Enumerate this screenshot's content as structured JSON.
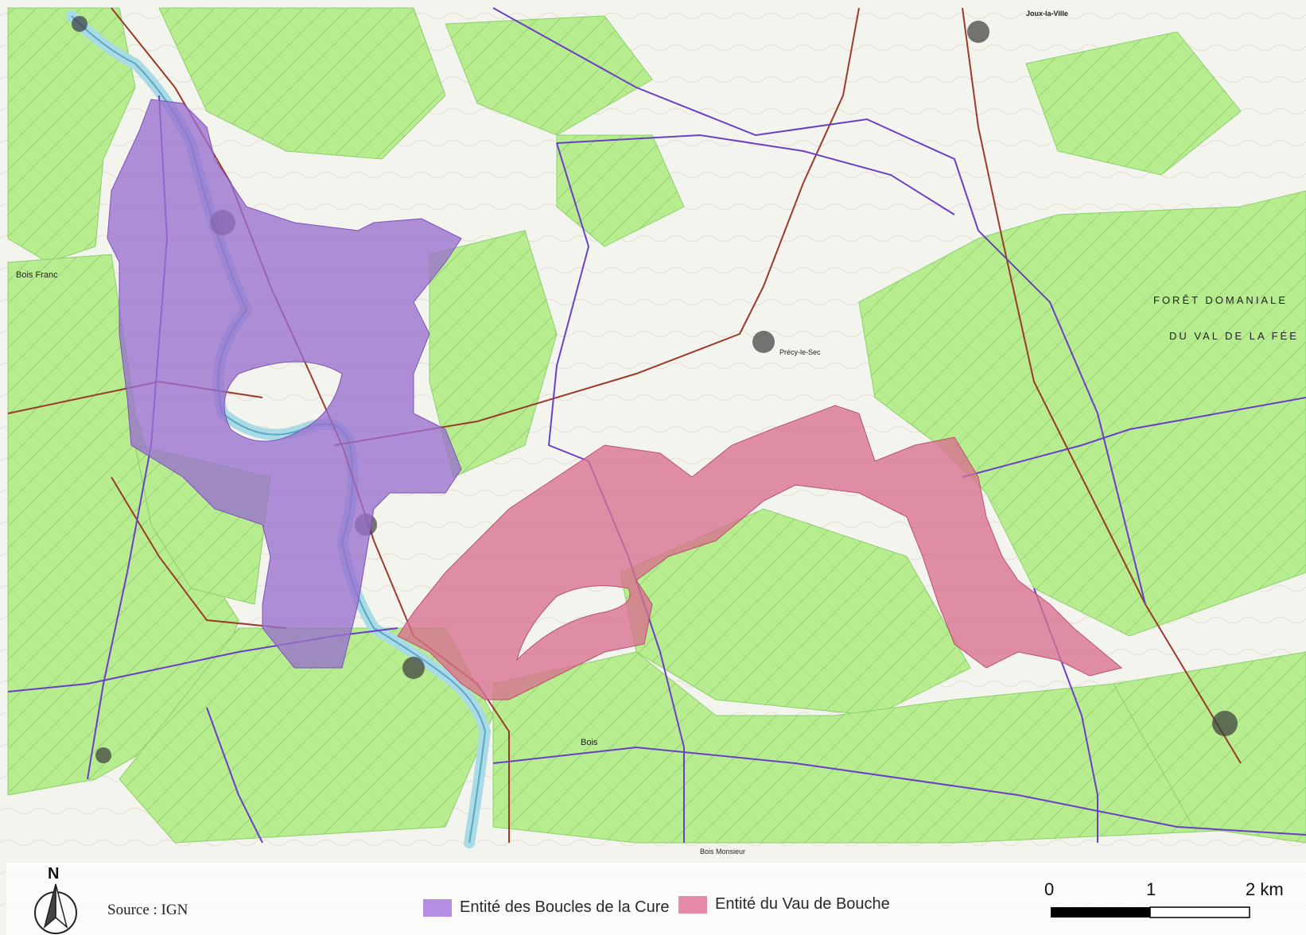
{
  "map": {
    "colors": {
      "forest": "#b7ec8f",
      "forest_dark": "#7fcf5a",
      "open_land": "#f4f4ef",
      "boundary": "#6a3fc8",
      "road": "#9b3a2a",
      "river": "#b8e4ee",
      "boucles_fill": "#9a6fd0",
      "vau_fill": "#d9708f"
    },
    "places": [
      {
        "id": "jouxlaville",
        "label": "Joux-la-Ville"
      },
      {
        "id": "precy",
        "label": "Précy-le-Sec"
      },
      {
        "id": "boisfranc",
        "label": "Bois Franc"
      },
      {
        "id": "foret",
        "label": "FORÊT DOMANIALE"
      },
      {
        "id": "vaudelafee",
        "label": "DU VAL DE LA FÉE"
      },
      {
        "id": "bois",
        "label": "Bois"
      },
      {
        "id": "boismonsieur",
        "label": "Bois Monsieur"
      }
    ]
  },
  "legend": {
    "items": [
      {
        "label": "Entité des Boucles de la Cure",
        "color": "#b48ee0"
      },
      {
        "label": "Entité du Vau de Bouche",
        "color": "#e58aa8"
      }
    ]
  },
  "source": "Source : IGN",
  "north": "N",
  "scale": {
    "labels": [
      "0",
      "1",
      "2 km"
    ]
  }
}
